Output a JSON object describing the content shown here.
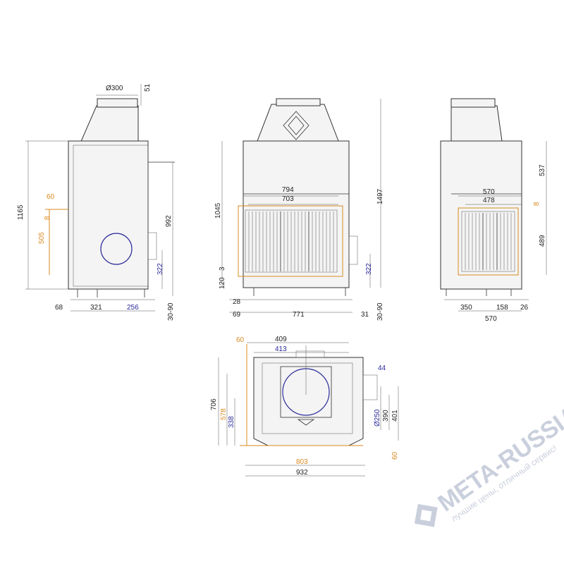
{
  "colors": {
    "line": "#333333",
    "orange_dim": "#d98a1f",
    "blue_dim": "#2a2a9a",
    "watermark": "#c9cfdc"
  },
  "side_view_left": {
    "flue_diameter": "Ø300",
    "top_offset": "51",
    "total_height": "1165",
    "dim_60": "60",
    "dim_8": "8",
    "dim_505": "505",
    "dim_992": "992",
    "dim_322": "322",
    "dim_68": "68",
    "dim_321": "321",
    "dim_256": "256",
    "dim_30_90": "30-90"
  },
  "front_view": {
    "width_794": "794",
    "width_703": "703",
    "height_1045": "1045",
    "height_1497": "1497",
    "dim_3": "3",
    "dim_120": "120",
    "dim_28": "28",
    "dim_322": "322",
    "dim_69": "69",
    "dim_771": "771",
    "dim_31": "31",
    "dim_30_90": "30-90"
  },
  "side_view_right": {
    "width_570_top": "570",
    "width_478": "478",
    "dim_537": "537",
    "dim_8": "8",
    "dim_489": "489",
    "dim_350": "350",
    "dim_158": "158",
    "dim_26": "26",
    "width_570_bottom": "570"
  },
  "top_view": {
    "dim_60_top": "60",
    "dim_409": "409",
    "dim_413": "413",
    "dim_44": "44",
    "dim_706": "706",
    "dim_578": "578",
    "dim_338": "338",
    "dim_250": "Ø250",
    "dim_390": "390",
    "dim_401": "401",
    "dim_60_right": "60",
    "dim_803": "803",
    "dim_932": "932"
  },
  "watermark": {
    "brand": "META-RUSSIA.RU",
    "slogan": "лучшие цены, отличный сервис!"
  }
}
